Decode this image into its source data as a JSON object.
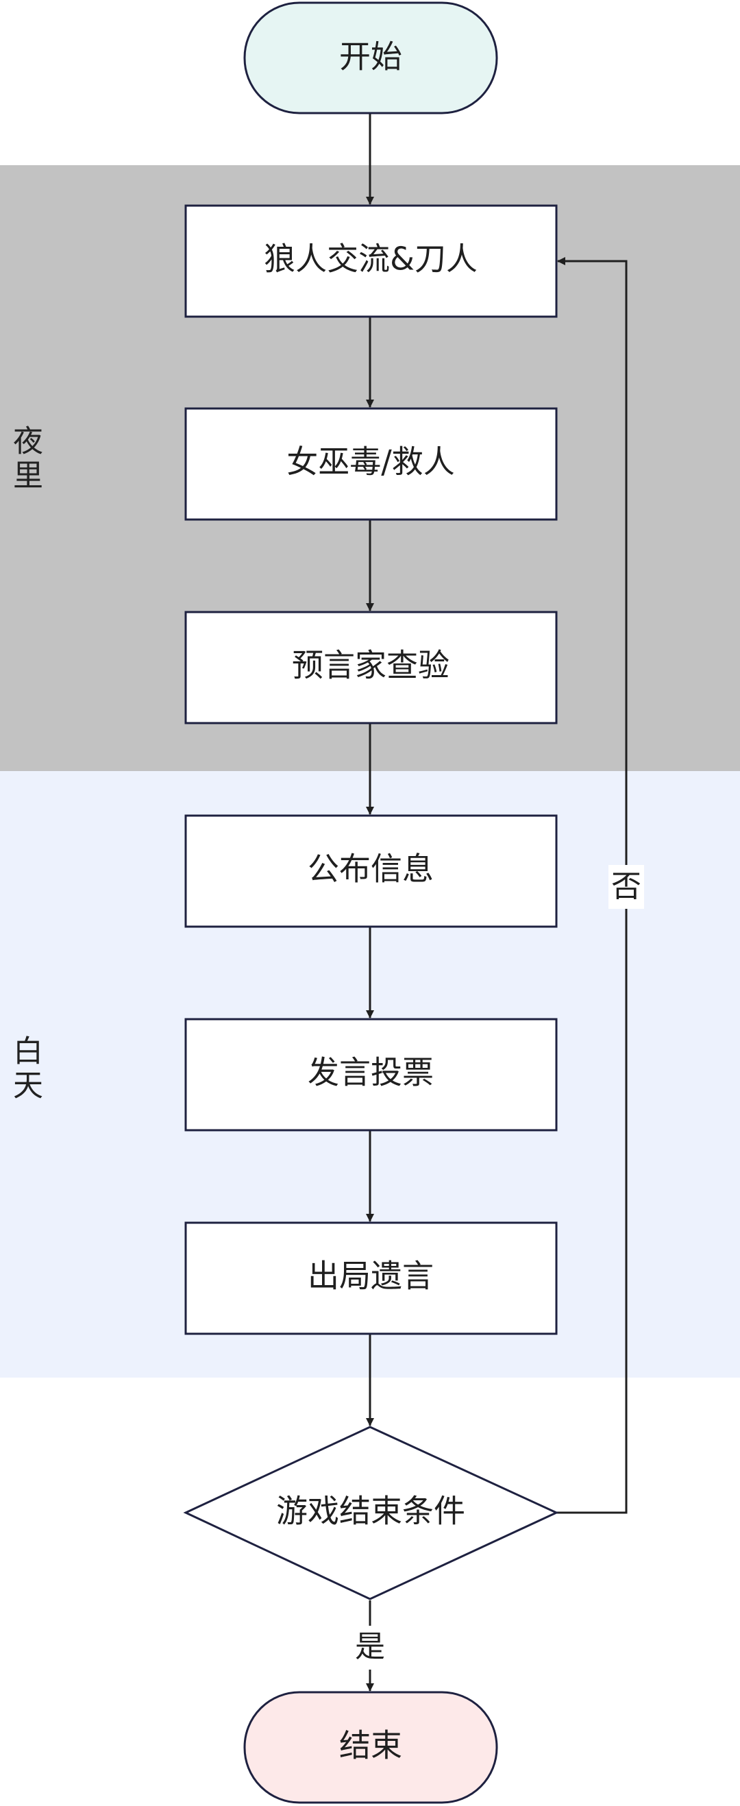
{
  "lanes": {
    "night": "夜里",
    "day": "白天"
  },
  "nodes": {
    "start": "开始",
    "wolves": "狼人交流&刀人",
    "witch": "女巫毒/救人",
    "seer": "预言家查验",
    "announce": "公布信息",
    "vote": "发言投票",
    "exile": "出局遗言",
    "condition": "游戏结束条件",
    "end": "结束"
  },
  "edges": {
    "no": "否",
    "yes": "是"
  },
  "colors": {
    "night_band": "#c2c2c2",
    "day_band": "#edf2fd",
    "start_fill": "#e6f5f3",
    "end_fill": "#fde9e9",
    "stroke": "#1e2140"
  }
}
